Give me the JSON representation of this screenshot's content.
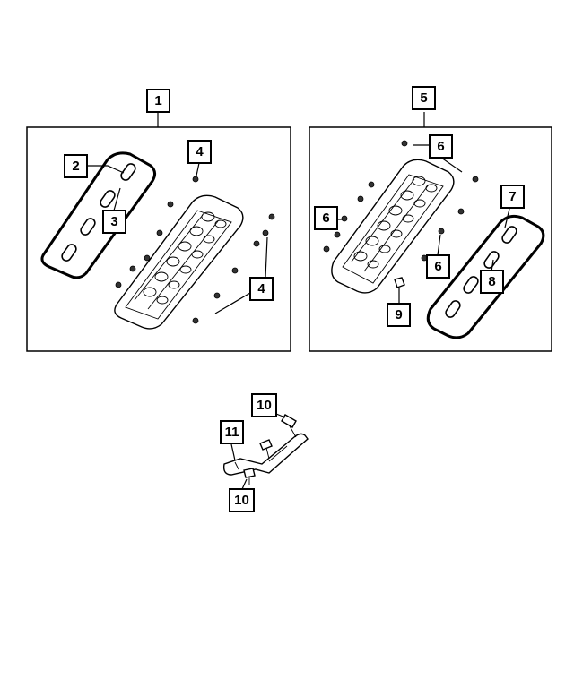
{
  "callouts": {
    "c1": "1",
    "c2": "2",
    "c3": "3",
    "c4a": "4",
    "c4b": "4",
    "c5": "5",
    "c6a": "6",
    "c6b": "6",
    "c6c": "6",
    "c7": "7",
    "c8": "8",
    "c9": "9",
    "c10a": "10",
    "c10b": "10",
    "c11": "11"
  },
  "icons": {
    "left": [
      "valve-cover-left",
      "gasket-left",
      "spark-plug-tube-seal-left",
      "cover-bolts-left"
    ],
    "right": [
      "valve-cover-right",
      "gasket-right",
      "spark-plug-tube-seal-right",
      "cover-bolts-right",
      "stud-nut"
    ],
    "bottom": [
      "bracket",
      "bracket-bolts"
    ]
  }
}
